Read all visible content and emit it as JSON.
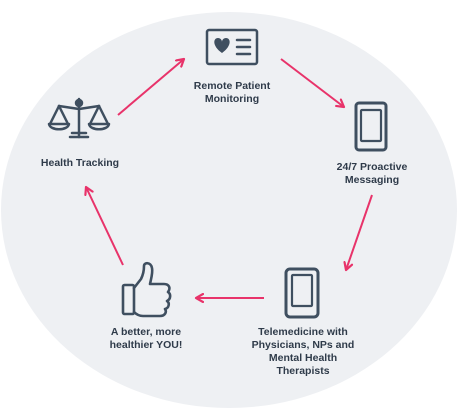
{
  "diagram": {
    "nodes": [
      {
        "id": "rpm",
        "icon": "heart-card-icon",
        "label": "Remote Patient\nMonitoring"
      },
      {
        "id": "messaging",
        "icon": "tablet-icon",
        "label": "24/7 Proactive\nMessaging"
      },
      {
        "id": "telemedicine",
        "icon": "phone-icon",
        "label": "Telemedicine with\nPhysicians, NPs and\nMental Health\nTherapists"
      },
      {
        "id": "outcome",
        "icon": "thumbs-up-icon",
        "label": "A better, more\nhealthier YOU!"
      },
      {
        "id": "tracking",
        "icon": "scales-icon",
        "label": "Health Tracking"
      }
    ],
    "flow": [
      "tracking",
      "rpm",
      "messaging",
      "telemedicine",
      "outcome",
      "tracking"
    ],
    "colors": {
      "background_circle": "#eef0f3",
      "arrow": "#e8336a",
      "icon": "#3f4f60",
      "text": "#2f3b4a"
    }
  }
}
